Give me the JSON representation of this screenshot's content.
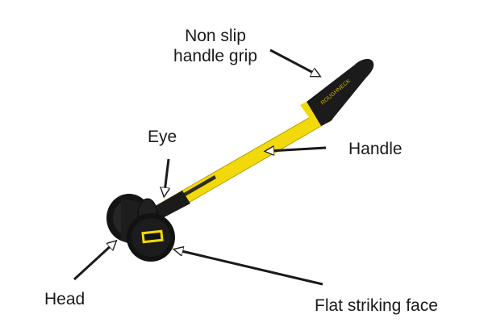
{
  "diagram": {
    "labels": {
      "grip_line1": "Non slip",
      "grip_line2": "handle grip",
      "eye": "Eye",
      "handle": "Handle",
      "head": "Head",
      "face": "Flat striking face"
    },
    "brand_text": "ROUGHNECK",
    "colors": {
      "handle_yellow": "#f2d90b",
      "grip_black": "#1b1b1b",
      "head_black": "#141414",
      "arrow_outline": "#1a1a1a",
      "arrow_fill": "#ffffff"
    },
    "icons": [
      "sledgehammer-icon",
      "arrow-icon"
    ]
  }
}
